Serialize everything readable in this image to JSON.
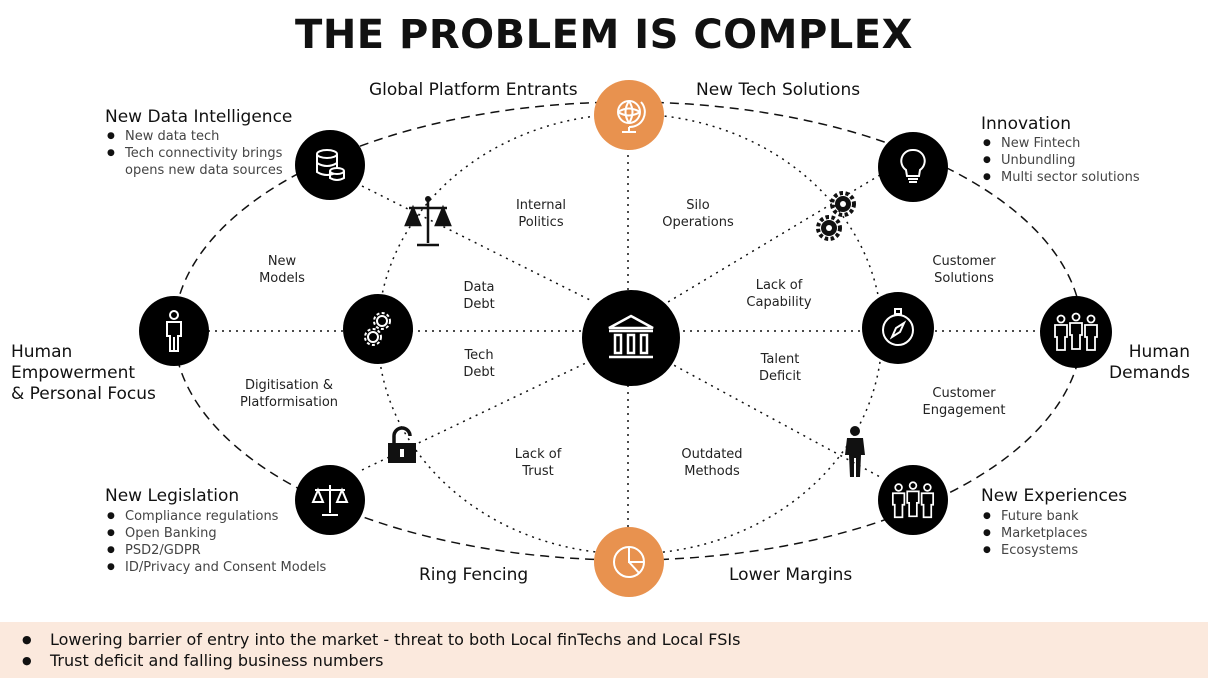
{
  "title": "THE PROBLEM IS COMPLEX",
  "outer_labels": {
    "global_platform": "Global Platform Entrants",
    "new_tech": "New Tech Solutions",
    "ring_fencing": "Ring Fencing",
    "lower_margins": "Lower Margins",
    "human_empowerment": [
      "Human",
      "Empowerment",
      "& Personal Focus"
    ],
    "human_demands": [
      "Human",
      "Demands"
    ]
  },
  "groups": {
    "data_intel": {
      "title": "New Data Intelligence",
      "items": [
        "New data tech",
        "Tech connectivity brings",
        "opens new data sources"
      ]
    },
    "innovation": {
      "title": "Innovation",
      "items": [
        "New Fintech",
        "Unbundling",
        "Multi sector solutions"
      ]
    },
    "legislation": {
      "title": "New Legislation",
      "items": [
        "Compliance regulations",
        "Open Banking",
        "PSD2/GDPR",
        "ID/Privacy and Consent Models"
      ]
    },
    "experiences": {
      "title": "New Experiences",
      "items": [
        "Future bank",
        "Marketplaces",
        "Ecosystems"
      ]
    }
  },
  "inner_labels": {
    "internal_politics": [
      "Internal",
      "Politics"
    ],
    "silo_operations": [
      "Silo",
      "Operations"
    ],
    "new_models": [
      "New",
      "Models"
    ],
    "customer_solutions": [
      "Customer",
      "Solutions"
    ],
    "data_debt": [
      "Data",
      "Debt"
    ],
    "lack_capability": [
      "Lack of",
      "Capability"
    ],
    "tech_debt": [
      "Tech",
      "Debt"
    ],
    "talent_deficit": [
      "Talent",
      "Deficit"
    ],
    "digitisation": [
      "Digitisation &",
      "Platformisation"
    ],
    "customer_engagement": [
      "Customer",
      "Engagement"
    ],
    "lack_trust": [
      "Lack of",
      "Trust"
    ],
    "outdated_methods": [
      "Outdated",
      "Methods"
    ]
  },
  "icons": {
    "center": "bank-icon",
    "top": "globe-icon",
    "bottom": "pie-chart-icon",
    "database": "database-icon",
    "lightbulb": "lightbulb-icon",
    "person": "person-icon",
    "group": "group-icon",
    "gears": "gears-icon",
    "compass": "compass-icon",
    "scales": "scales-icon",
    "lock": "lock-icon"
  },
  "colors": {
    "accent": "#e8924f",
    "node": "#000000",
    "footer_bg": "#fbe9dd"
  },
  "footer": {
    "bullets": [
      "Lowering barrier of entry into the market - threat to both Local finTechs and Local FSIs",
      "Trust deficit and falling business numbers"
    ]
  }
}
